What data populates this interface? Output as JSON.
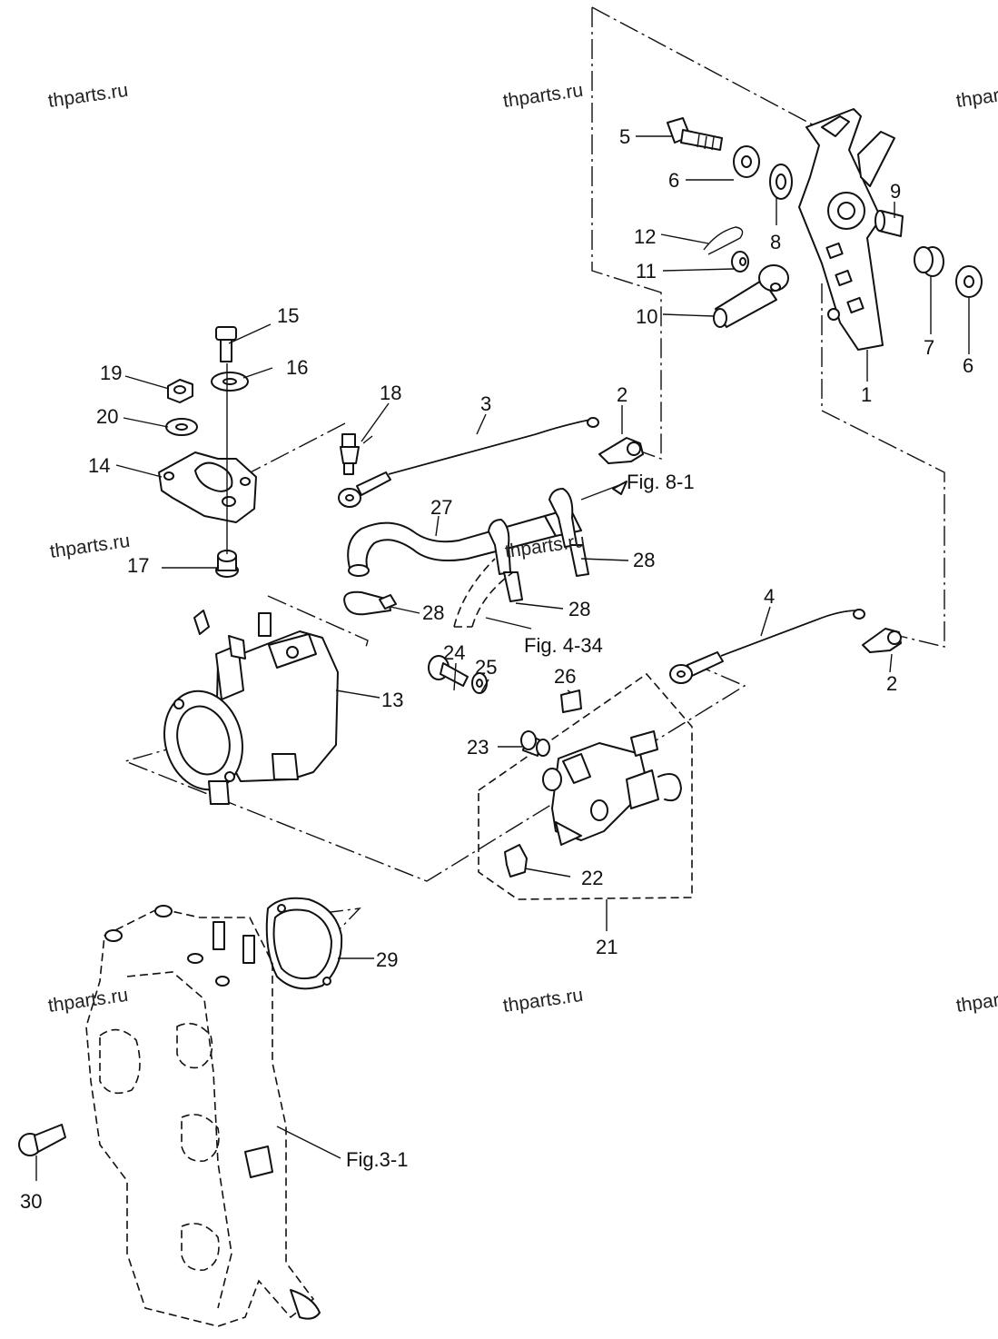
{
  "watermarks": [
    "thparts.ru",
    "thparts.ru",
    "thparts.ru",
    "thparts.ru",
    "thparts.ru",
    "thparts.ru",
    "thparts.ru",
    "thparts.ru"
  ],
  "callouts": {
    "p1": "1",
    "p2a": "2",
    "p2b": "2",
    "p3": "3",
    "p4": "4",
    "p5": "5",
    "p6a": "6",
    "p6b": "6",
    "p7": "7",
    "p8": "8",
    "p9": "9",
    "p10": "10",
    "p11": "11",
    "p12": "12",
    "p13": "13",
    "p14": "14",
    "p15": "15",
    "p16": "16",
    "p17": "17",
    "p18": "18",
    "p19": "19",
    "p20": "20",
    "p21": "21",
    "p22": "22",
    "p23": "23",
    "p24": "24",
    "p25": "25",
    "p26": "26",
    "p27": "27",
    "p28a": "28",
    "p28b": "28",
    "p28c": "28",
    "p29": "29",
    "p30": "30"
  },
  "references": {
    "fig8": "Fig. 8-1",
    "fig4": "Fig. 4-34",
    "fig3": "Fig.3-1"
  }
}
